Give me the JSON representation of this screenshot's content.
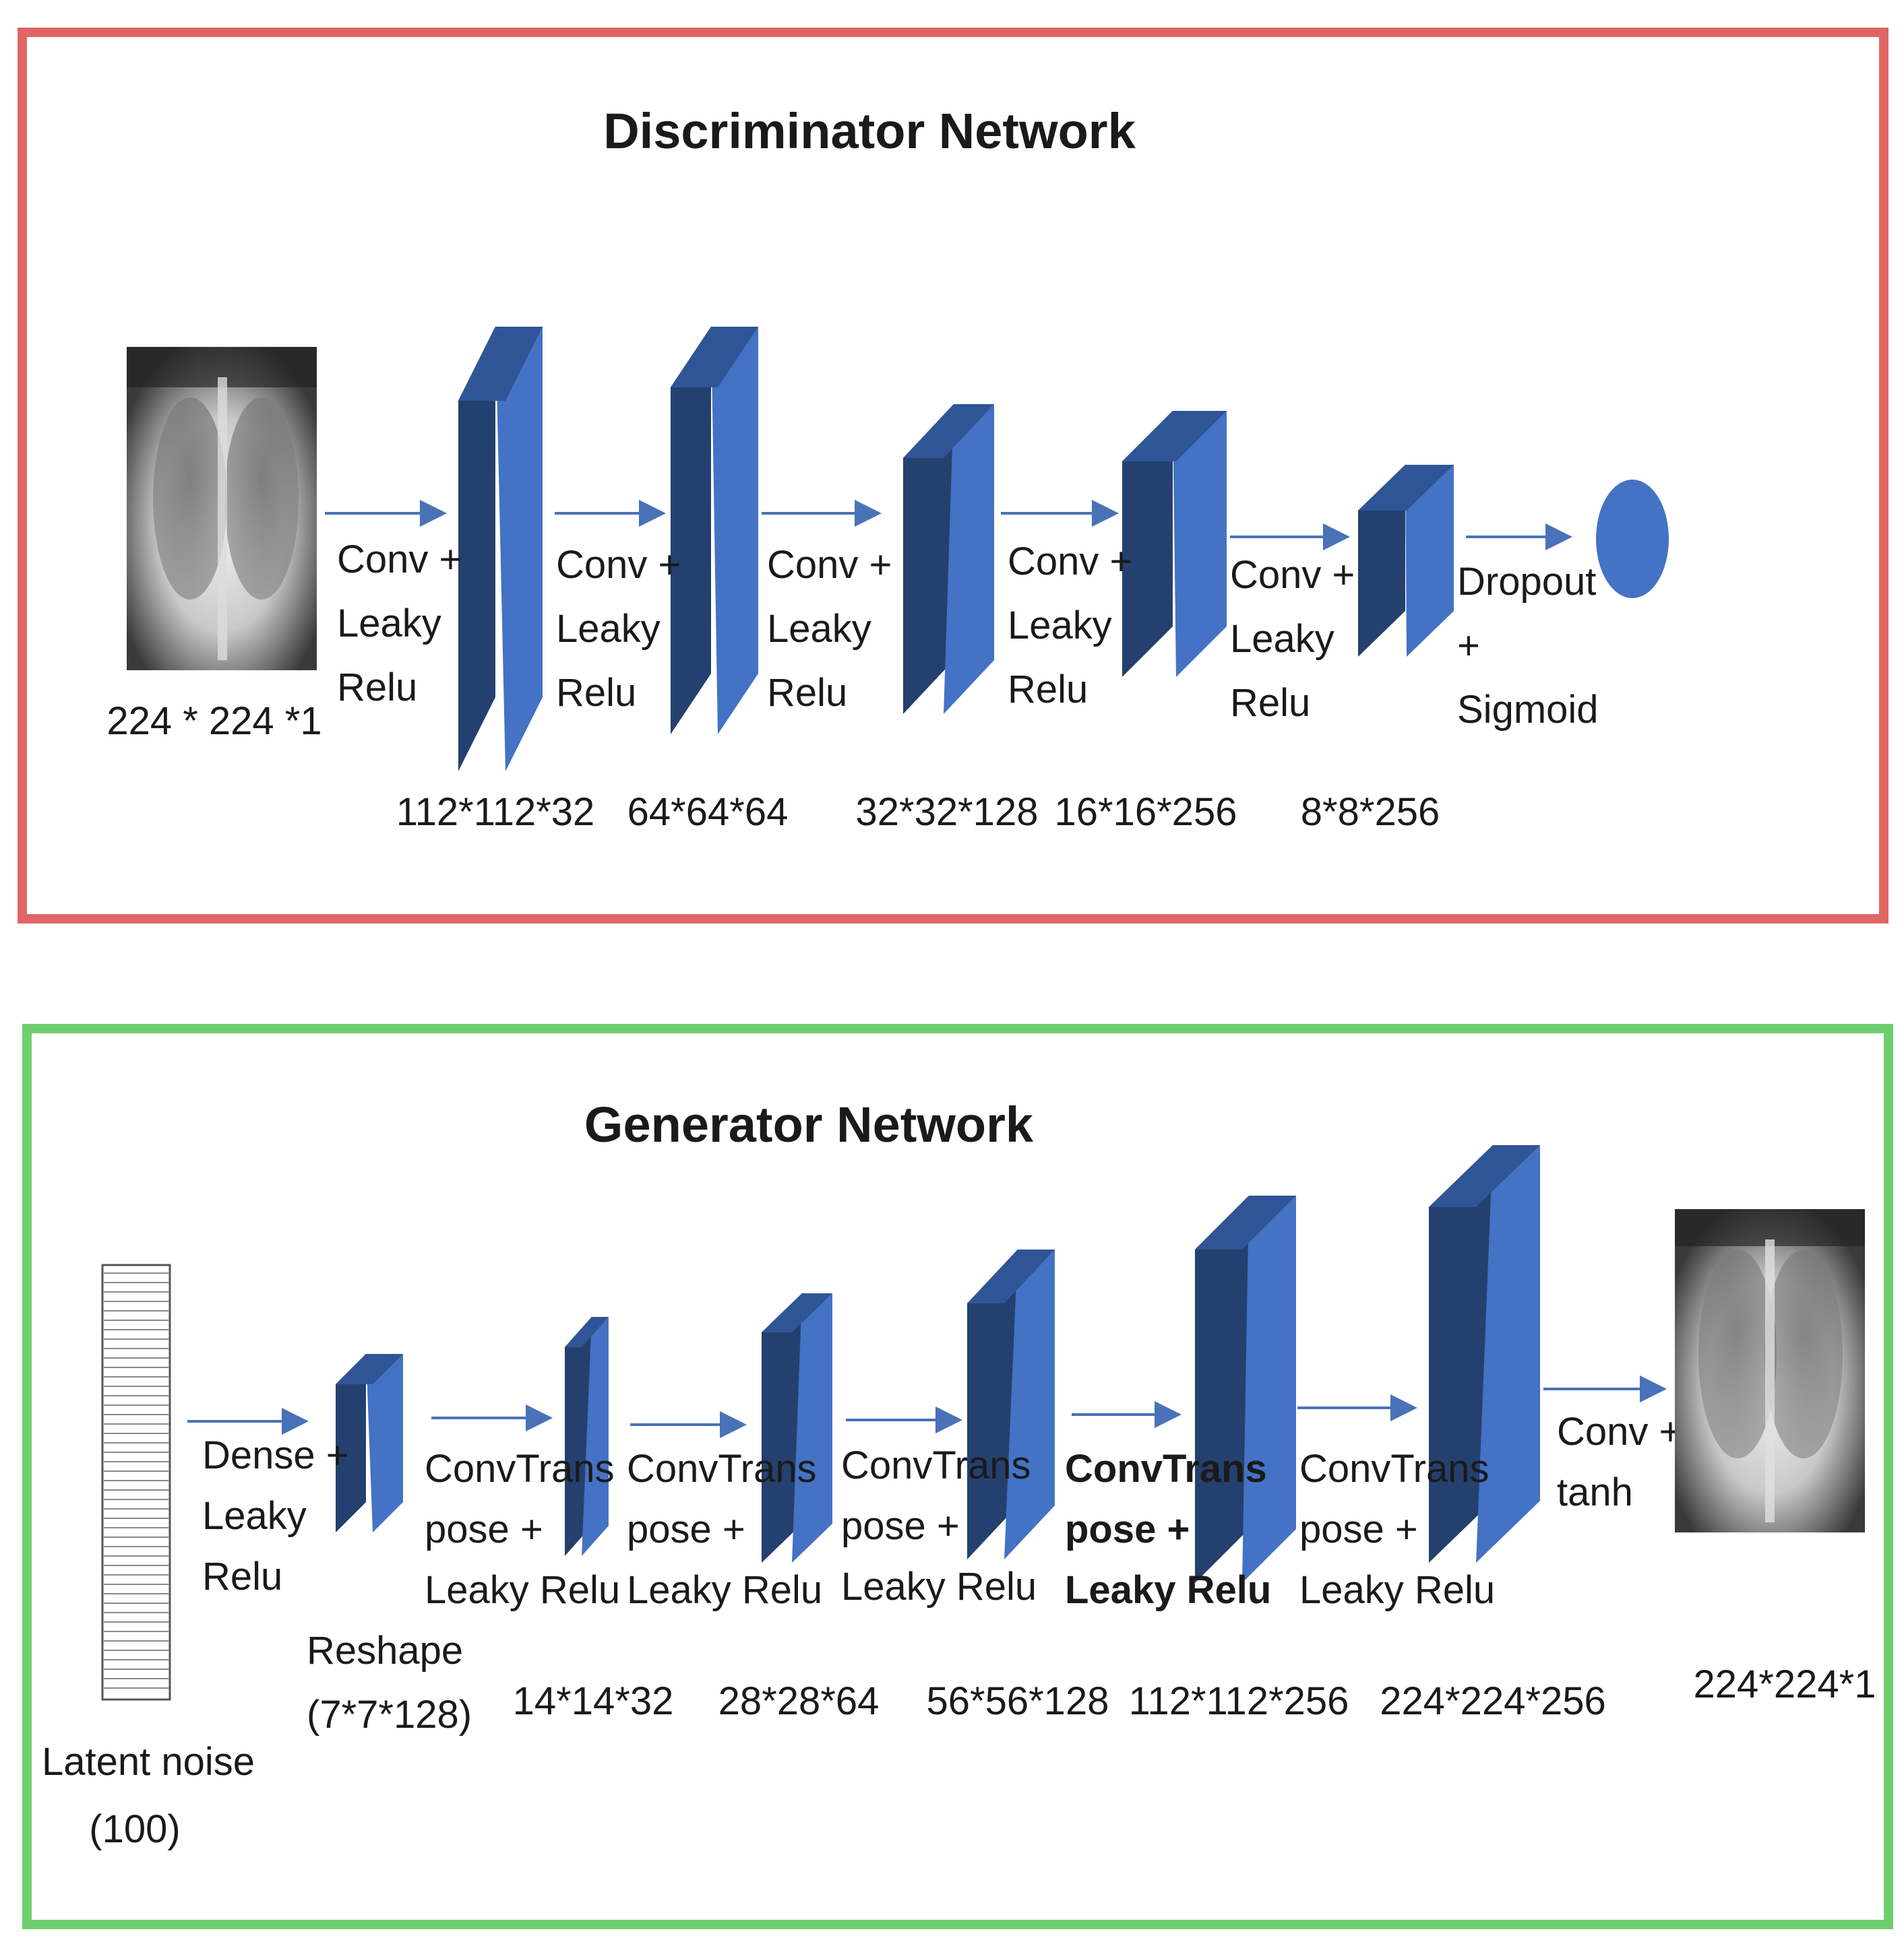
{
  "colors": {
    "discriminator_border": "#e06666",
    "generator_border": "#6fcf6f",
    "block_front": "#4472c4",
    "block_side": "#24406e",
    "block_top": "#2f5597",
    "arrow": "#4a72b8",
    "text": "#1a1a1a"
  },
  "discriminator": {
    "title": "Discriminator Network",
    "input": {
      "icon": "chest-xray-image",
      "dims": "224 * 224 *1"
    },
    "steps": [
      {
        "lines": [
          "Conv +",
          "Leaky",
          "Relu"
        ],
        "dims": "112*112*32"
      },
      {
        "lines": [
          "Conv +",
          "Leaky",
          "Relu"
        ],
        "dims": "64*64*64"
      },
      {
        "lines": [
          "Conv +",
          "Leaky",
          "Relu"
        ],
        "dims": "32*32*128"
      },
      {
        "lines": [
          "Conv +",
          "Leaky",
          "Relu"
        ],
        "dims": "16*16*256"
      },
      {
        "lines": [
          "Conv +",
          "Leaky",
          "Relu"
        ],
        "dims": "8*8*256"
      },
      {
        "lines": [
          "Dropout",
          "+",
          "Sigmoid"
        ]
      }
    ],
    "output": {
      "icon": "output-node-circle"
    }
  },
  "generator": {
    "title": "Generator Network",
    "input": {
      "icon": "latent-noise-vector",
      "lines": [
        "Latent noise",
        "(100)"
      ]
    },
    "steps": [
      {
        "lines": [
          "Dense +",
          "Leaky",
          "Relu"
        ],
        "dims_lines": [
          "Reshape",
          "(7*7*128)"
        ]
      },
      {
        "lines": [
          "ConvTrans",
          "pose +",
          "Leaky Relu"
        ],
        "dims": "14*14*32"
      },
      {
        "lines": [
          "ConvTrans",
          "pose +",
          "Leaky Relu"
        ],
        "dims": "28*28*64"
      },
      {
        "lines": [
          "ConvTrans",
          "pose +",
          "Leaky Relu"
        ],
        "dims": "56*56*128"
      },
      {
        "lines": [
          "ConvTrans",
          "pose +",
          "Leaky Relu"
        ],
        "dims": "112*112*256"
      },
      {
        "lines": [
          "ConvTrans",
          "pose +",
          "Leaky Relu"
        ],
        "dims": "224*224*256"
      },
      {
        "lines": [
          "Conv +",
          "tanh"
        ]
      }
    ],
    "output": {
      "icon": "chest-xray-image",
      "dims": "224*224*1"
    }
  }
}
